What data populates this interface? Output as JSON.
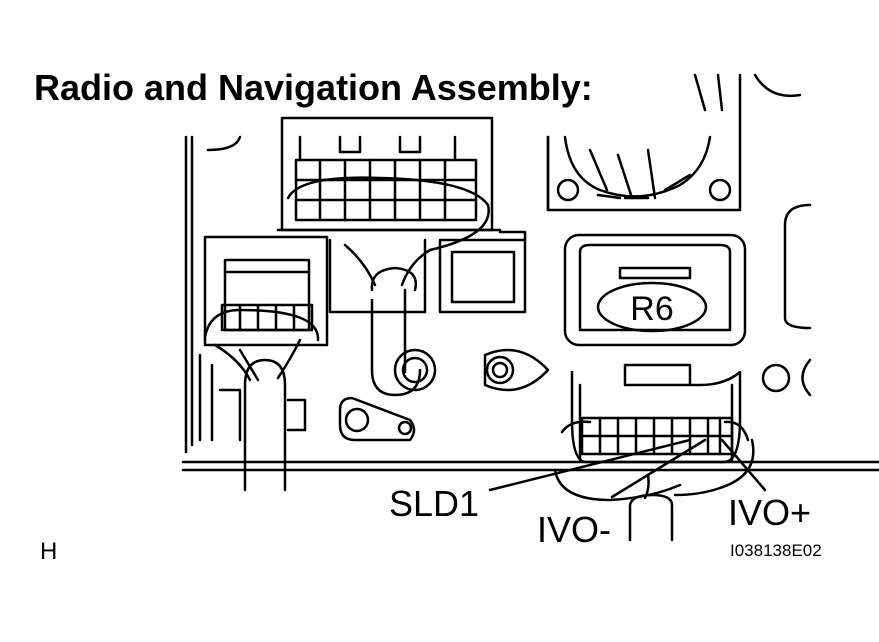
{
  "title": "Radio and Navigation Assembly:",
  "connector_label": "R6",
  "terminals": {
    "sld1": "SLD1",
    "ivo_minus": "IVO-",
    "ivo_plus": "IVO+"
  },
  "corner_letter": "H",
  "figure_code": "I038138E02"
}
